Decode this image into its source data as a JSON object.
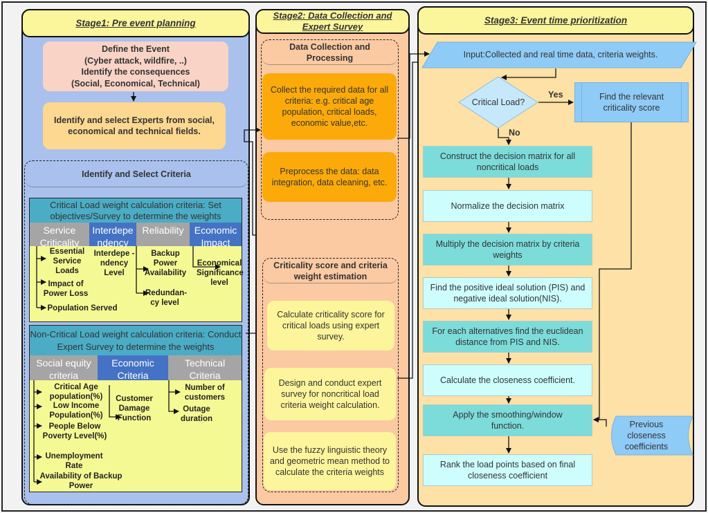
{
  "stage1": {
    "title": "Stage1: Pre event planning",
    "define_event": [
      "Define the Event",
      "(Cyber attack, wildfire, ..)",
      "Identify the consequences",
      "(Social, Economical, Technical)"
    ],
    "identify_experts": "Identify and select  Experts from social, economical and technical fields.",
    "criteria_group_title": "Identify and Select Criteria",
    "critical": {
      "title": "Critical Load weight calculation criteria: Set objectives/Survey  to determine the weights",
      "columns": [
        {
          "label": "Service Criticality",
          "items": [
            "Essential Service Loads",
            "Impact of Power Loss",
            "Population Served"
          ]
        },
        {
          "label": "Interdepe ndency",
          "items": [
            "Interdepe -ndency Level"
          ]
        },
        {
          "label": "Reliability",
          "items": [
            "Backup Power Availability",
            "Redundan- cy level"
          ]
        },
        {
          "label": "Economic Impact",
          "items": [
            "Economical Significance level"
          ]
        }
      ]
    },
    "noncritical": {
      "title": "Non-Critical Load weight calculation criteria: Conduct Expert Survey to determine the weights",
      "columns": [
        {
          "label": "Social equity criteria",
          "items": [
            "Critical Age population(%)",
            "Low Income Population(%)",
            "People Below Poverty Level(%)",
            "Unemployment Rate",
            "Availability of Backup Power"
          ]
        },
        {
          "label": "Economic Criteria",
          "items": [
            "Customer Damage Function"
          ]
        },
        {
          "label": "Technical Criteria",
          "items": [
            "Number of customers",
            "Outage duration"
          ]
        }
      ]
    }
  },
  "stage2": {
    "title_line1": "Stage2: Data Collection and",
    "title_line2": "Expert Survey",
    "group1_title": "Data Collection and Processing",
    "collect": "Collect the required data for all criteria: e.g. critical age population, critical loads, economic value,etc.",
    "preprocess": "Preprocess the data: data integration, data cleaning, etc.",
    "group2_title": "Criticality score and criteria weight estimation",
    "calc_score": "Calculate criticality score for critical loads using expert survey.",
    "design_survey": "Design and conduct expert survey for noncritical load criteria weight calculation.",
    "fuzzy": "Use the fuzzy linguistic theory and geometric mean method to calculate the criteria weights"
  },
  "stage3": {
    "title": "Stage3: Event time prioritization",
    "input": "Input:Collected and real time data, criteria weights.",
    "decision": "Critical Load?",
    "yes_label": "Yes",
    "no_label": "No",
    "find_score": "Find  the relevant criticality score",
    "steps": [
      "Construct the decision matrix for all noncritical loads",
      "Normalize  the decision matrix",
      "Multiply the decision matrix by criteria weights",
      "Find the positive ideal solution (PIS) and negative ideal solution(NIS).",
      "For each alternatives find the euclidean distance from PIS and NIS.",
      "Calculate the closeness coefficient.",
      "Apply the smoothing/window function.",
      "Rank the load points based on final closeness coefficient"
    ],
    "previous": "Previous closeness coefficients"
  },
  "colors": {
    "stage1_bg": "#a9c1ec",
    "stage2_bg": "#fbc9a2",
    "stage3_bg": "#fde1a6",
    "header_bg": "#fbf59b",
    "criteria_bg": "#f5f993",
    "orange_box": "#fbaa0a",
    "teal_step": "#7cdcda",
    "light_step": "#cdfdfd",
    "input_blue": "#8fcbf7"
  }
}
